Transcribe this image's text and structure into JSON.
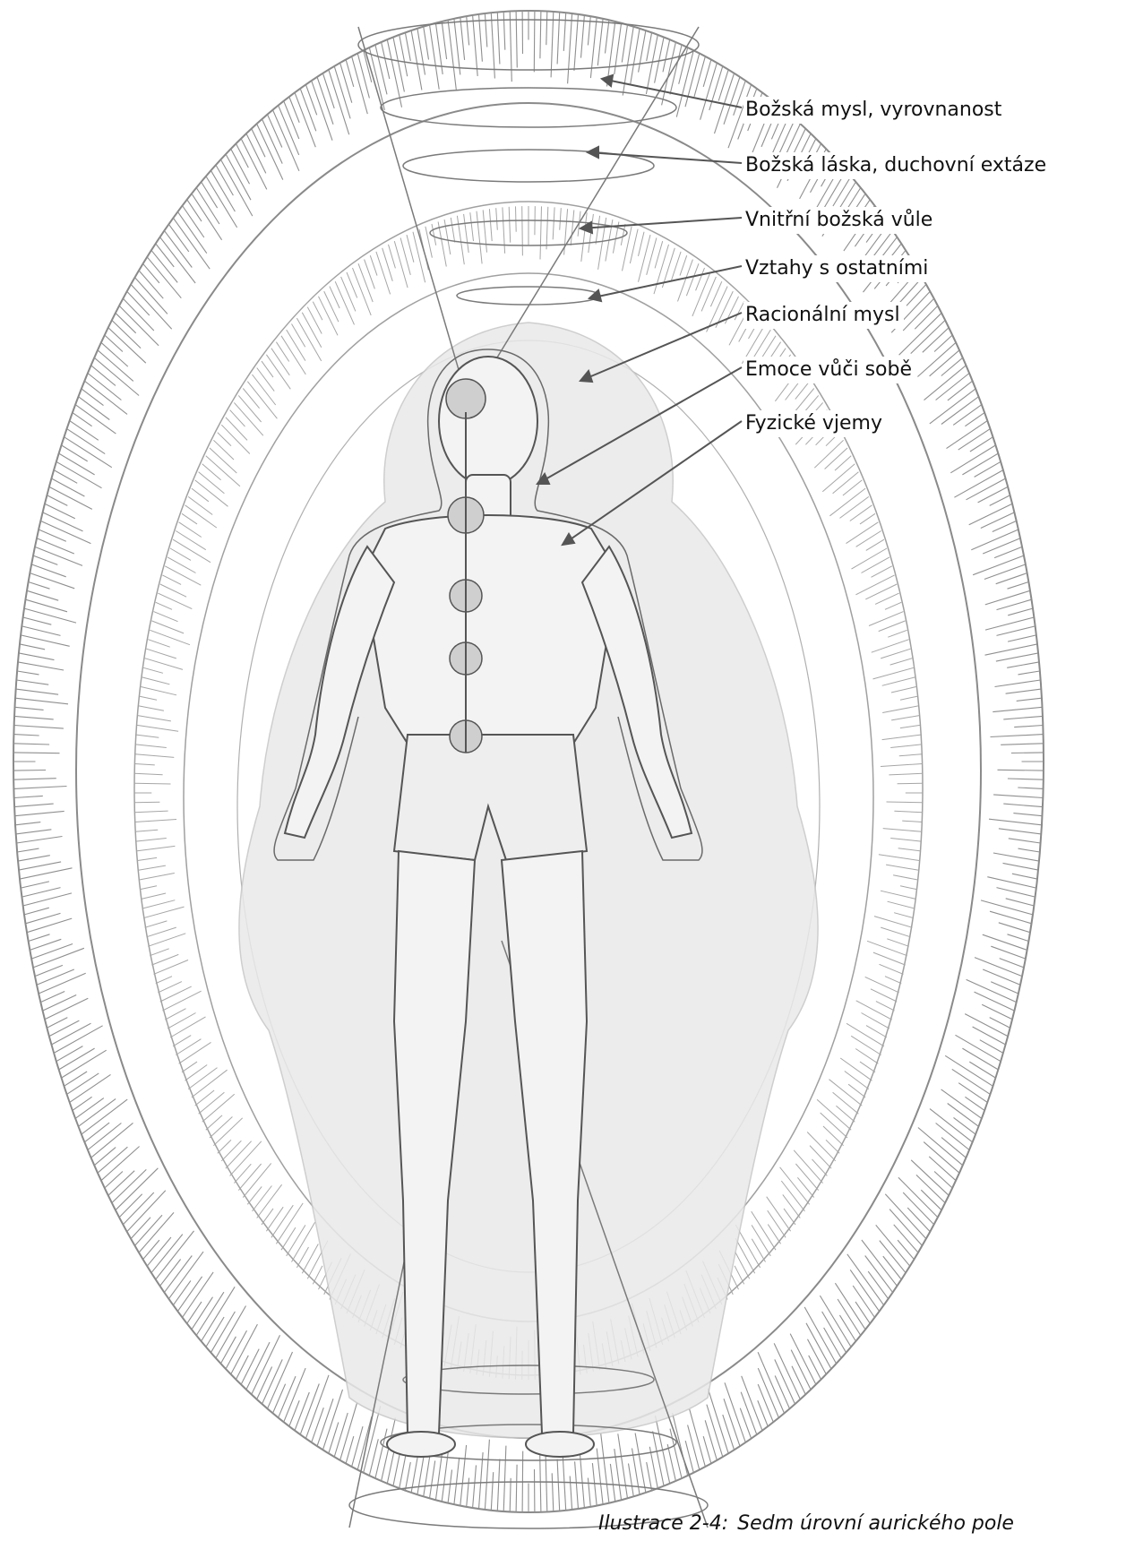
{
  "labels": [
    "Božská mysl, vyrovnanost",
    "Božská láska, duchovní extáze",
    "Vnitřní božská vůle",
    "Vztahy s ostatními",
    "Racionální mysl",
    "Emoce vůči sobě",
    "Fyzické vjemy"
  ],
  "caption": {
    "number": "Ilustrace 2-4:",
    "title": "Sedm úrovní aurického pole"
  },
  "colors": {
    "line": "#555555",
    "ink": "#111111",
    "aura": "#9a9a9a"
  }
}
